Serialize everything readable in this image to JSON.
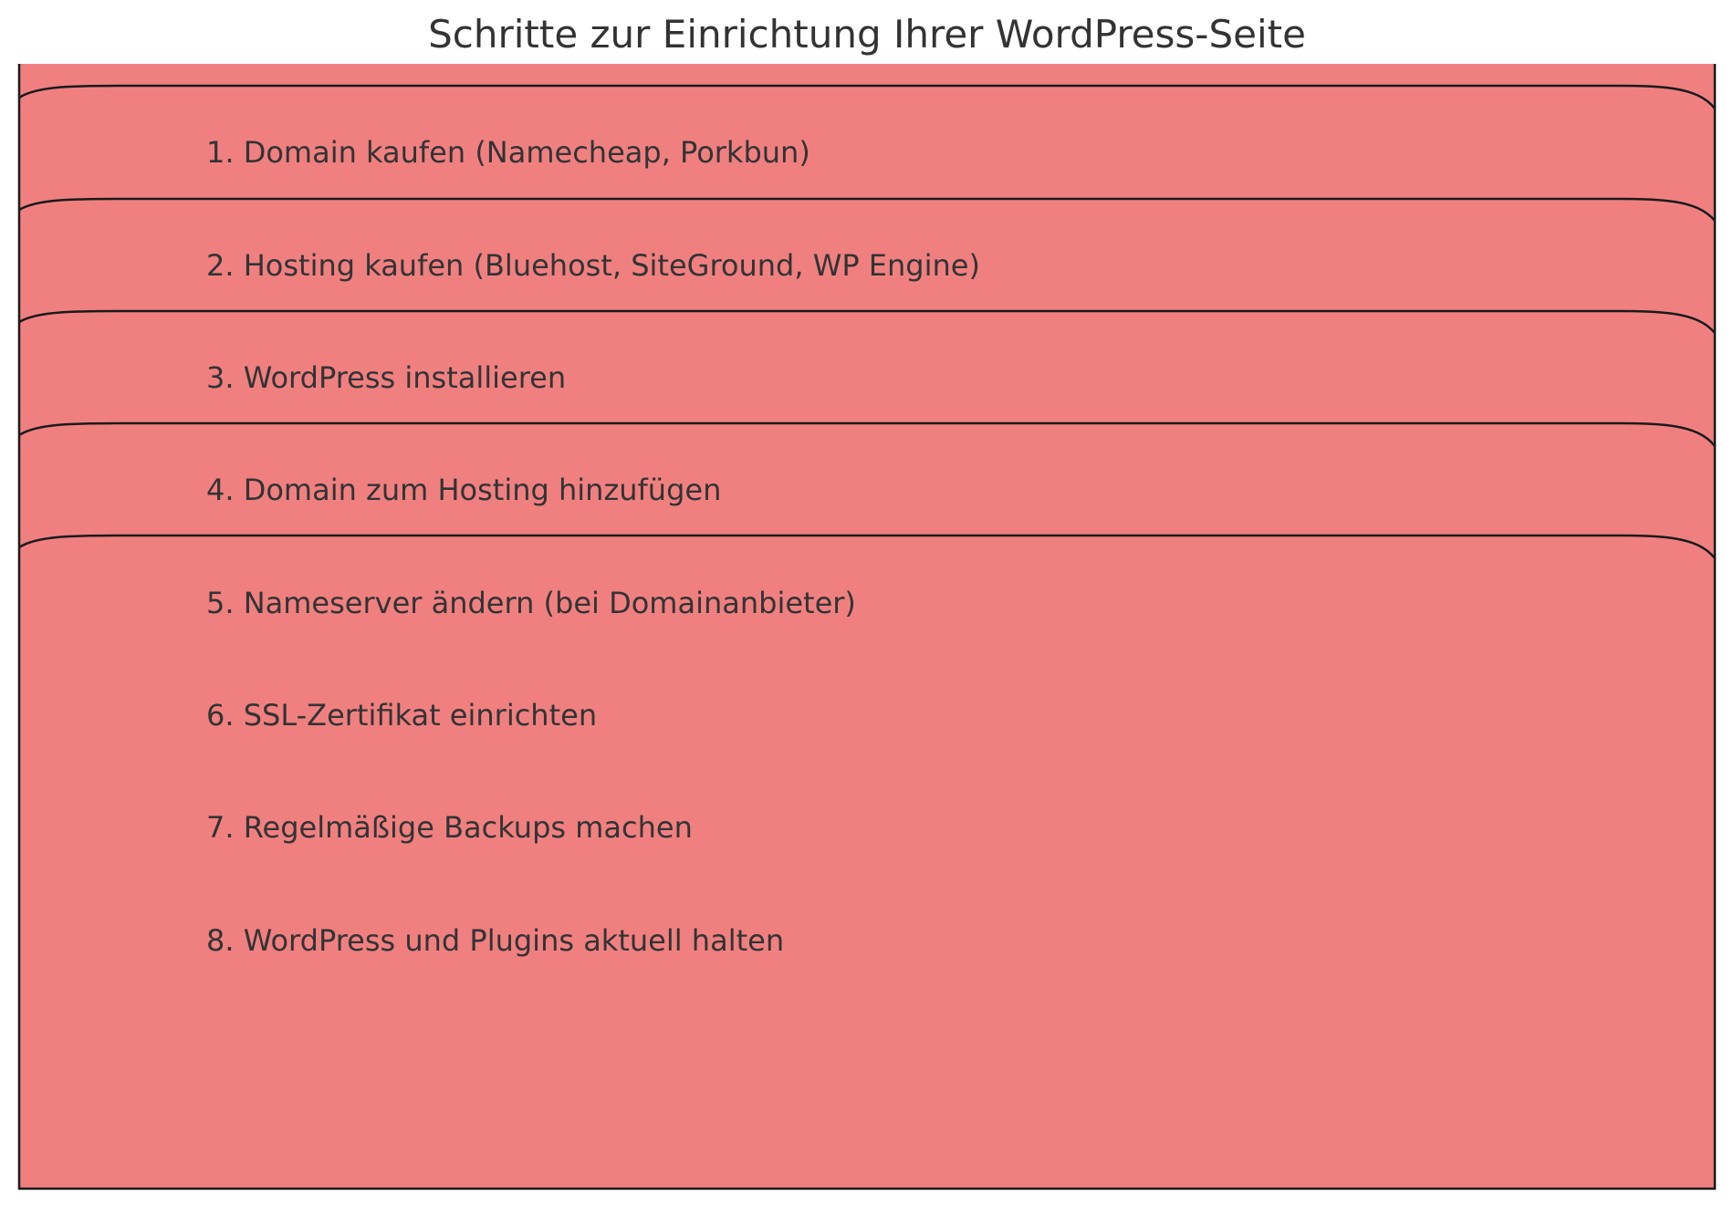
{
  "title": "Schritte zur Einrichtung Ihrer WordPress-Seite",
  "steps": [
    "1. Domain kaufen (Namecheap, Porkbun)",
    "2. Hosting kaufen (Bluehost, SiteGround, WP Engine)",
    "3. WordPress installieren",
    "4. Domain zum Hosting hinzufügen",
    "5. Nameserver ändern (bei Domainanbieter)",
    "6. SSL-Zertifikat einrichten",
    "7. Regelmäßige Backups machen",
    "8. WordPress und Plugins aktuell halten"
  ],
  "colors": {
    "band_top": "#f08080",
    "band_1": "#f8f8d2",
    "band_2": "#dda0dd",
    "band_3": "#ffb6c1",
    "band_4": "#20b2aa",
    "band_5": "#b0c4de",
    "outline": "#1a1a1a",
    "text": "#333333"
  }
}
